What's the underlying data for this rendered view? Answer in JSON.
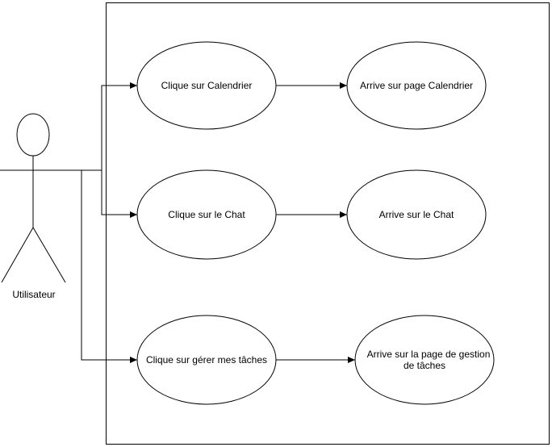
{
  "actor": {
    "label": "Utilisateur"
  },
  "use_cases": [
    {
      "id": "uc1",
      "lines": [
        "Clique sur Calendrier"
      ]
    },
    {
      "id": "uc2",
      "lines": [
        "Clique sur le Chat"
      ]
    },
    {
      "id": "uc3",
      "lines": [
        "Clique sur gérer mes tâches"
      ]
    }
  ],
  "results": [
    {
      "id": "r1",
      "lines": [
        "Arrive sur page Calendrier"
      ]
    },
    {
      "id": "r2",
      "lines": [
        "Arrive sur le Chat"
      ]
    },
    {
      "id": "r3",
      "lines": [
        "Arrive sur la page de gestion",
        "de tâches"
      ]
    }
  ],
  "colors": {
    "stroke": "#000000",
    "fill": "#ffffff"
  }
}
